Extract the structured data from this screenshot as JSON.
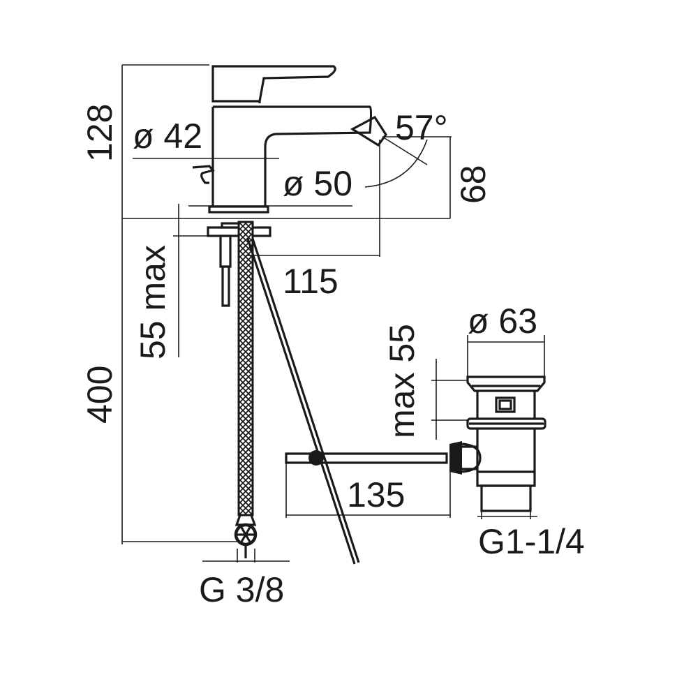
{
  "drawing": {
    "colors": {
      "ink": "#1a1a1a",
      "background": "#ffffff"
    },
    "labels": {
      "height_total": "128",
      "body_diameter": "ø 42",
      "base_diameter": "ø 50",
      "spout_angle": "57°",
      "spout_height": "68",
      "spout_reach": "115",
      "deck_thickness_tap": "55 max",
      "hose_length": "400",
      "inlet_thread": "G 3/8",
      "drain_top_diameter": "ø 63",
      "deck_thickness_drain": "max 55",
      "rod_length": "135",
      "drain_thread": "G1-1/4"
    }
  }
}
